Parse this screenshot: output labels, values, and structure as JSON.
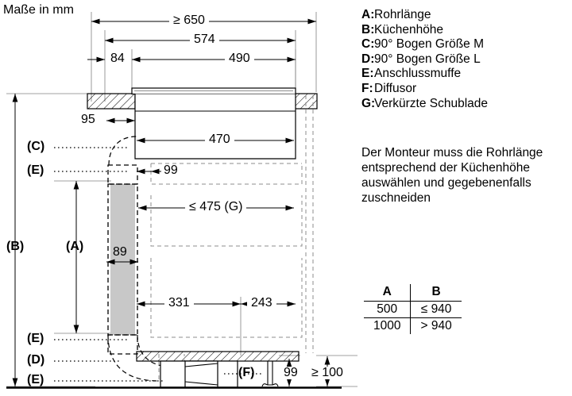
{
  "drawing": {
    "title": "Maße in mm",
    "dimensions": {
      "top_650": "≥ 650",
      "top_574": "574",
      "top_84": "84",
      "top_490": "490",
      "d_95": "95",
      "d_470": "470",
      "d_99_upper": "99",
      "d_475_G": "≤ 475 (G)",
      "d_89": "89",
      "d_331": "331",
      "d_243": "243",
      "d_99_lower": "99",
      "d_100": "≥ 100"
    },
    "callouts": {
      "B": "(B)",
      "A": "(A)",
      "C": "(C)",
      "E1": "(E)",
      "E2": "(E)",
      "D": "(D)",
      "E3": "(E)",
      "F": "(F)"
    }
  },
  "legend": {
    "items": [
      {
        "key": "A:",
        "text": "Rohrlänge"
      },
      {
        "key": "B:",
        "text": "Küchenhöhe"
      },
      {
        "key": "C:",
        "text": "90° Bogen Größe M"
      },
      {
        "key": "D:",
        "text": "90° Bogen Größe L"
      },
      {
        "key": "E:",
        "text": "Anschlussmuffe"
      },
      {
        "key": "F:",
        "text": "Diffusor"
      },
      {
        "key": "G:",
        "text": "Verkürzte Schublade"
      }
    ]
  },
  "note": {
    "text": "Der Monteur muss die Rohrlänge entsprechend der Küchenhöhe auswählen und gegebenenfalls zuschneiden"
  },
  "table": {
    "headers": [
      "A",
      "B"
    ],
    "rows": [
      [
        "500",
        "≤ 940"
      ],
      [
        "1000",
        "> 940"
      ]
    ]
  },
  "colors": {
    "line": "#000000",
    "thin": "#5a5a5a",
    "duct_fill": "#c8c8c8",
    "background": "#ffffff"
  }
}
